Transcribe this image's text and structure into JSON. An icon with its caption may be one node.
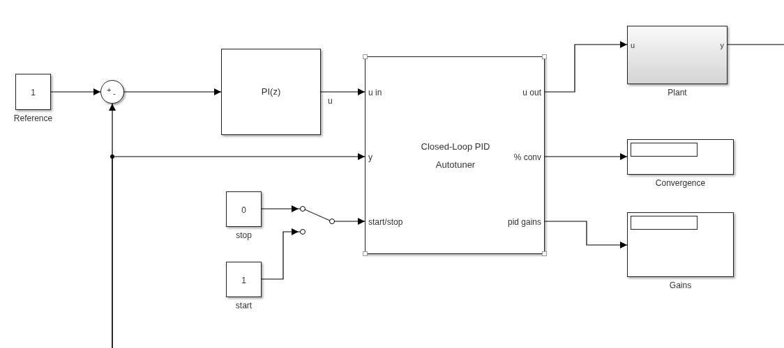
{
  "diagram": {
    "nodes": [
      {
        "text": [
          "1"
        ],
        "beside": [
          "Reference"
        ]
      },
      {
        "text": [
          "+",
          "-"
        ]
      },
      {
        "text": [
          "PI(z)"
        ]
      },
      {
        "text": [
          "u in",
          "u out",
          "Closed-Loop PID Autotuner",
          "y",
          "% conv",
          "start/stop",
          "pid gains"
        ]
      },
      {
        "text": [
          "u",
          "y"
        ],
        "beside": [
          "Plant"
        ]
      },
      {
        "text": [],
        "shape": "box",
        "beside": [
          "Convergence"
        ]
      },
      {
        "text": [],
        "shape": "box",
        "beside": [
          "Gains"
        ]
      },
      {
        "text": [
          "0"
        ],
        "beside": [
          "stop"
        ]
      },
      {
        "text": [
          "1"
        ],
        "beside": [
          "start"
        ]
      },
      {
        "text": [],
        "shape": "switch"
      }
    ],
    "edges": [
      {
        "from": 0,
        "to": 1,
        "arrow": "to"
      },
      {
        "from": 1,
        "to": 2,
        "arrow": "to"
      },
      {
        "from": 2,
        "to": 3,
        "arrow": "to",
        "label": "u"
      },
      {
        "from": 3,
        "to": 4,
        "arrow": "to"
      },
      {
        "from": 3,
        "to": 5,
        "arrow": "to"
      },
      {
        "from": 3,
        "to": 6,
        "arrow": "to"
      },
      {
        "from": 7,
        "to": 9,
        "arrow": "to"
      },
      {
        "from": 8,
        "to": 9,
        "arrow": "to"
      },
      {
        "from": 9,
        "to": 3,
        "arrow": "to"
      },
      {
        "from": 4,
        "to": null,
        "arrow": "none"
      },
      {
        "from": null,
        "to": 1,
        "arrow": "to"
      },
      {
        "from": null,
        "to": 3,
        "arrow": "to"
      }
    ]
  }
}
